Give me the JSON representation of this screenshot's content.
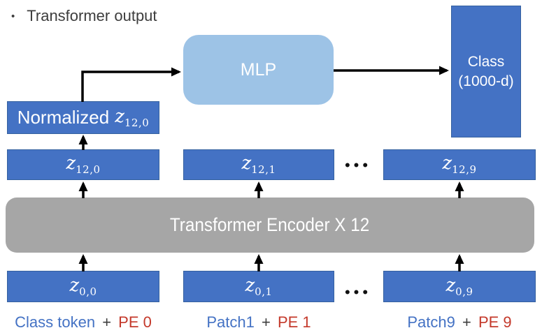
{
  "title": {
    "bullet": "•",
    "text": "Transformer output"
  },
  "colors": {
    "box_blue": "#4472C4",
    "mlp_light_blue": "#9DC3E6",
    "encoder_gray": "#A6A6A6",
    "label_blue": "#4472C4",
    "label_red": "#C4392B",
    "arrow_black": "#000000"
  },
  "diagram": {
    "mlp_label": "MLP",
    "class_box": {
      "line1": "Class",
      "line2": "(1000-d)"
    },
    "normalized": {
      "prefix": "Normalized",
      "var": "z",
      "sub": "12,0"
    },
    "encoder_label": "Transformer Encoder X 12",
    "ellipsis": "•••",
    "top_row": [
      {
        "var": "z",
        "sub": "12,0"
      },
      {
        "var": "z",
        "sub": "12,1"
      },
      {
        "var": "z",
        "sub": "12,9"
      }
    ],
    "bottom_row": [
      {
        "var": "z",
        "sub": "0,0"
      },
      {
        "var": "z",
        "sub": "0,1"
      },
      {
        "var": "z",
        "sub": "0,9"
      }
    ],
    "input_labels": [
      {
        "token": "Class token",
        "plus": "+",
        "pe": "PE 0"
      },
      {
        "token": "Patch1",
        "plus": "+",
        "pe": "PE 1"
      },
      {
        "token": "Patch9",
        "plus": "+",
        "pe": "PE 9"
      }
    ]
  }
}
